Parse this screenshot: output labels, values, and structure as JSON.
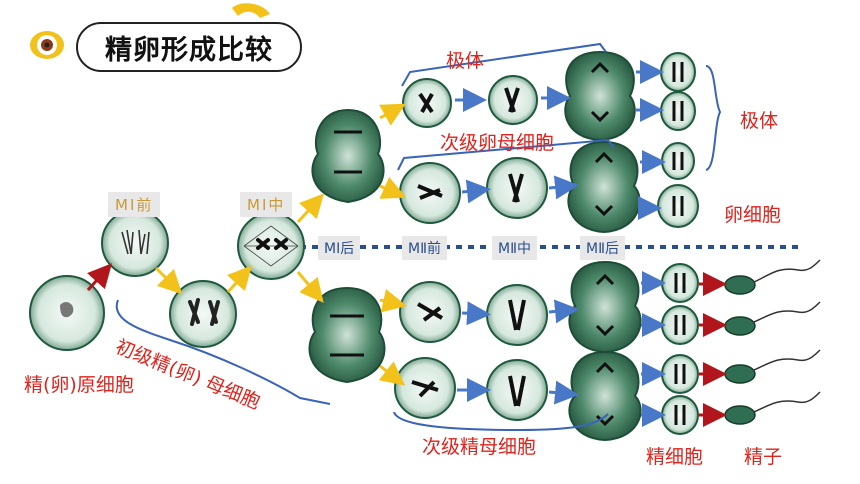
{
  "title": "精卵形成比较",
  "labels": {
    "spermatogonium": "精(卵)原细胞",
    "primary": "初级精(卵) 母细胞",
    "secondary_oocyte": "次级卵母细胞",
    "secondary_spermatocyte": "次级精母细胞",
    "polar_body_top": "极体",
    "polar_body_right": "极体",
    "egg": "卵细胞",
    "spermatid": "精细胞",
    "sperm": "精子"
  },
  "stages": {
    "m1_pro": "MⅠ前",
    "m1_meta": "MⅠ中",
    "m1_ana": "MⅠ后",
    "m2_pro": "MⅡ前",
    "m2_meta": "MⅡ中",
    "m2_ana": "MⅡ后"
  },
  "colors": {
    "cell_fill": "#e4efe9",
    "cell_border": "#1f5a3e",
    "dark_cell": "#2f6e52",
    "arrow_yellow": "#f2c21b",
    "arrow_blue": "#4a78c8",
    "arrow_red": "#b0161b",
    "bracket_blue": "#3a64b8",
    "dotted_line": "#2a4f8a"
  }
}
